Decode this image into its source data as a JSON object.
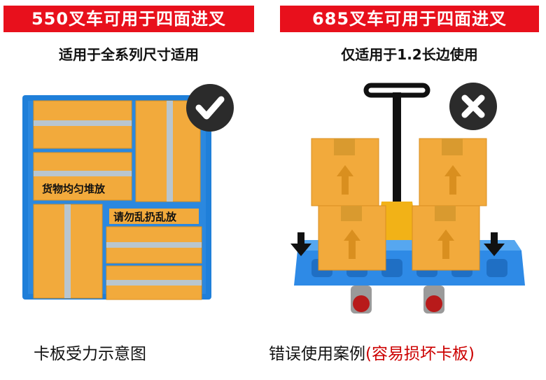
{
  "left": {
    "banner": "550叉车可用于四面进叉",
    "subtitle": "适用于全系列尺寸适用",
    "badge_icon": "check-icon",
    "label_even": "货物均匀堆放",
    "label_no_random": "请勿乱扔乱放",
    "caption": "卡板受力示意图"
  },
  "right": {
    "banner": "685叉车可用于四面进叉",
    "subtitle": "仅适用于1.2长边使用",
    "badge_icon": "cross-icon",
    "caption_main": "错误使用案例",
    "caption_note": "(容易损坏卡板)"
  },
  "colors": {
    "banner_red": "#e8101c",
    "pallet_blue": "#1f7fd9",
    "box_orange": "#f2aa3c",
    "badge_dark": "#2b2b2b"
  }
}
